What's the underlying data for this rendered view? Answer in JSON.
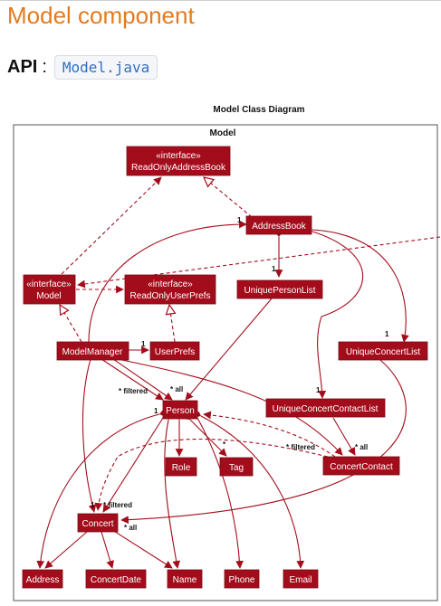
{
  "header": {
    "title": "Model component",
    "api_label": "API",
    "api_colon": ":",
    "api_link": "Model.java"
  },
  "diagram": {
    "title": "Model Class Diagram",
    "package_label": "Model",
    "nodes": {
      "readonly_address_book": {
        "line1": "«interface»",
        "line2": "ReadOnlyAddressBook"
      },
      "address_book": "AddressBook",
      "model": {
        "line1": "«interface»",
        "line2": "Model"
      },
      "readonly_user_prefs": {
        "line1": "«interface»",
        "line2": "ReadOnlyUserPrefs"
      },
      "unique_person_list": "UniquePersonList",
      "model_manager": "ModelManager",
      "user_prefs": "UserPrefs",
      "unique_concert_list": "UniqueConcertList",
      "person": "Person",
      "unique_concert_contact_list": "UniqueConcertContactList",
      "role": "Role",
      "tag": "Tag",
      "concert_contact": "ConcertContact",
      "concert": "Concert",
      "address": "Address",
      "concert_date": "ConcertDate",
      "name": "Name",
      "phone": "Phone",
      "email": "Email"
    },
    "labels": {
      "ab_mult": "1",
      "upl_mult": "1",
      "mm_up_mult": "1",
      "ucl_mult": "1",
      "person_filtered": "* filtered",
      "person_all": "* all",
      "ucc_mult": "1",
      "person_mult": "1",
      "tag_mult": "*",
      "cc_filtered": "* filtered",
      "cc_all": "* all",
      "concert_mult": "1",
      "concert_filtered": "* filtered",
      "concert_all": "* all"
    },
    "colors": {
      "node_fill": "#a30d1b",
      "line": "#a30d1b",
      "frame": "#555555",
      "node_text": "#ffffff"
    }
  }
}
